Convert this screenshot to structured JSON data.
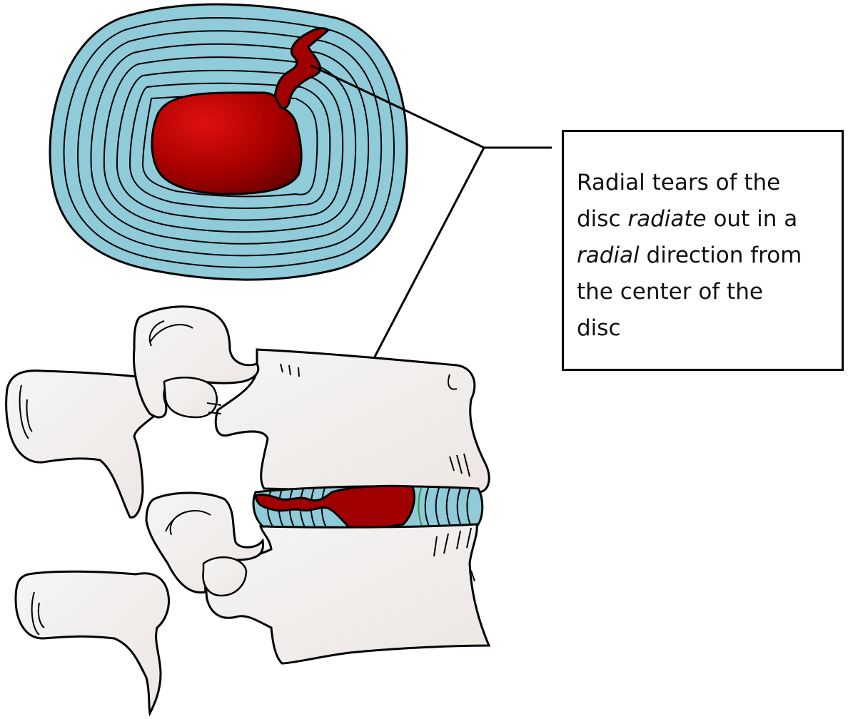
{
  "callout": {
    "line1": "Radial tears of the",
    "line2_start": "disc ",
    "line2_italic": "radiate",
    "line2_end": " out in a",
    "line3_italic": "radial",
    "line3_end": " direction from",
    "line4": "the center of the",
    "line5": "disc"
  },
  "colors": {
    "disc_blue": "#8fcbd9",
    "nucleus_red": "#a50000",
    "bone": "#f2efee",
    "outline": "#000000"
  }
}
